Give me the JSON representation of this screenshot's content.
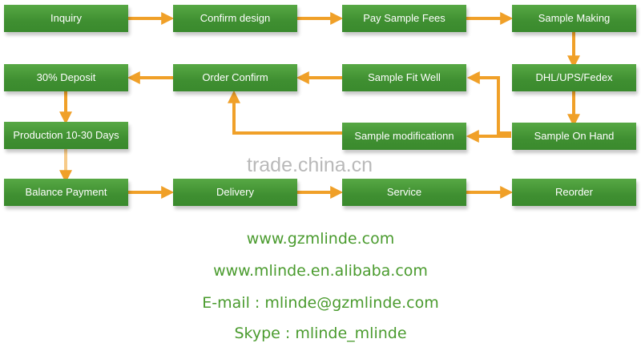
{
  "steps": {
    "inquiry": "Inquiry",
    "confirm_design": "Confirm design",
    "pay_sample_fees": "Pay Sample Fees",
    "sample_making": "Sample Making",
    "deposit": "30% Deposit",
    "order_confirm": "Order Confirm",
    "sample_fit_well": "Sample Fit Well",
    "shipping": "DHL/UPS/Fedex",
    "production": "Production 10-30 Days",
    "sample_modification": "Sample modificationn",
    "sample_on_hand": "Sample On Hand",
    "balance_payment": "Balance Payment",
    "delivery": "Delivery",
    "service": "Service",
    "reorder": "Reorder"
  },
  "watermark": "trade.china.cn",
  "contact": {
    "website": "www.gzmlinde.com",
    "alibaba": "www.mlinde.en.alibaba.com",
    "email": "E-mail : mlinde@gzmlinde.com",
    "skype": "Skype : mlinde_mlinde"
  },
  "colors": {
    "box": "#3f8f31",
    "arrow": "#f0a028",
    "contact_text": "#4a9b2e",
    "watermark": "#b9b9b9"
  }
}
